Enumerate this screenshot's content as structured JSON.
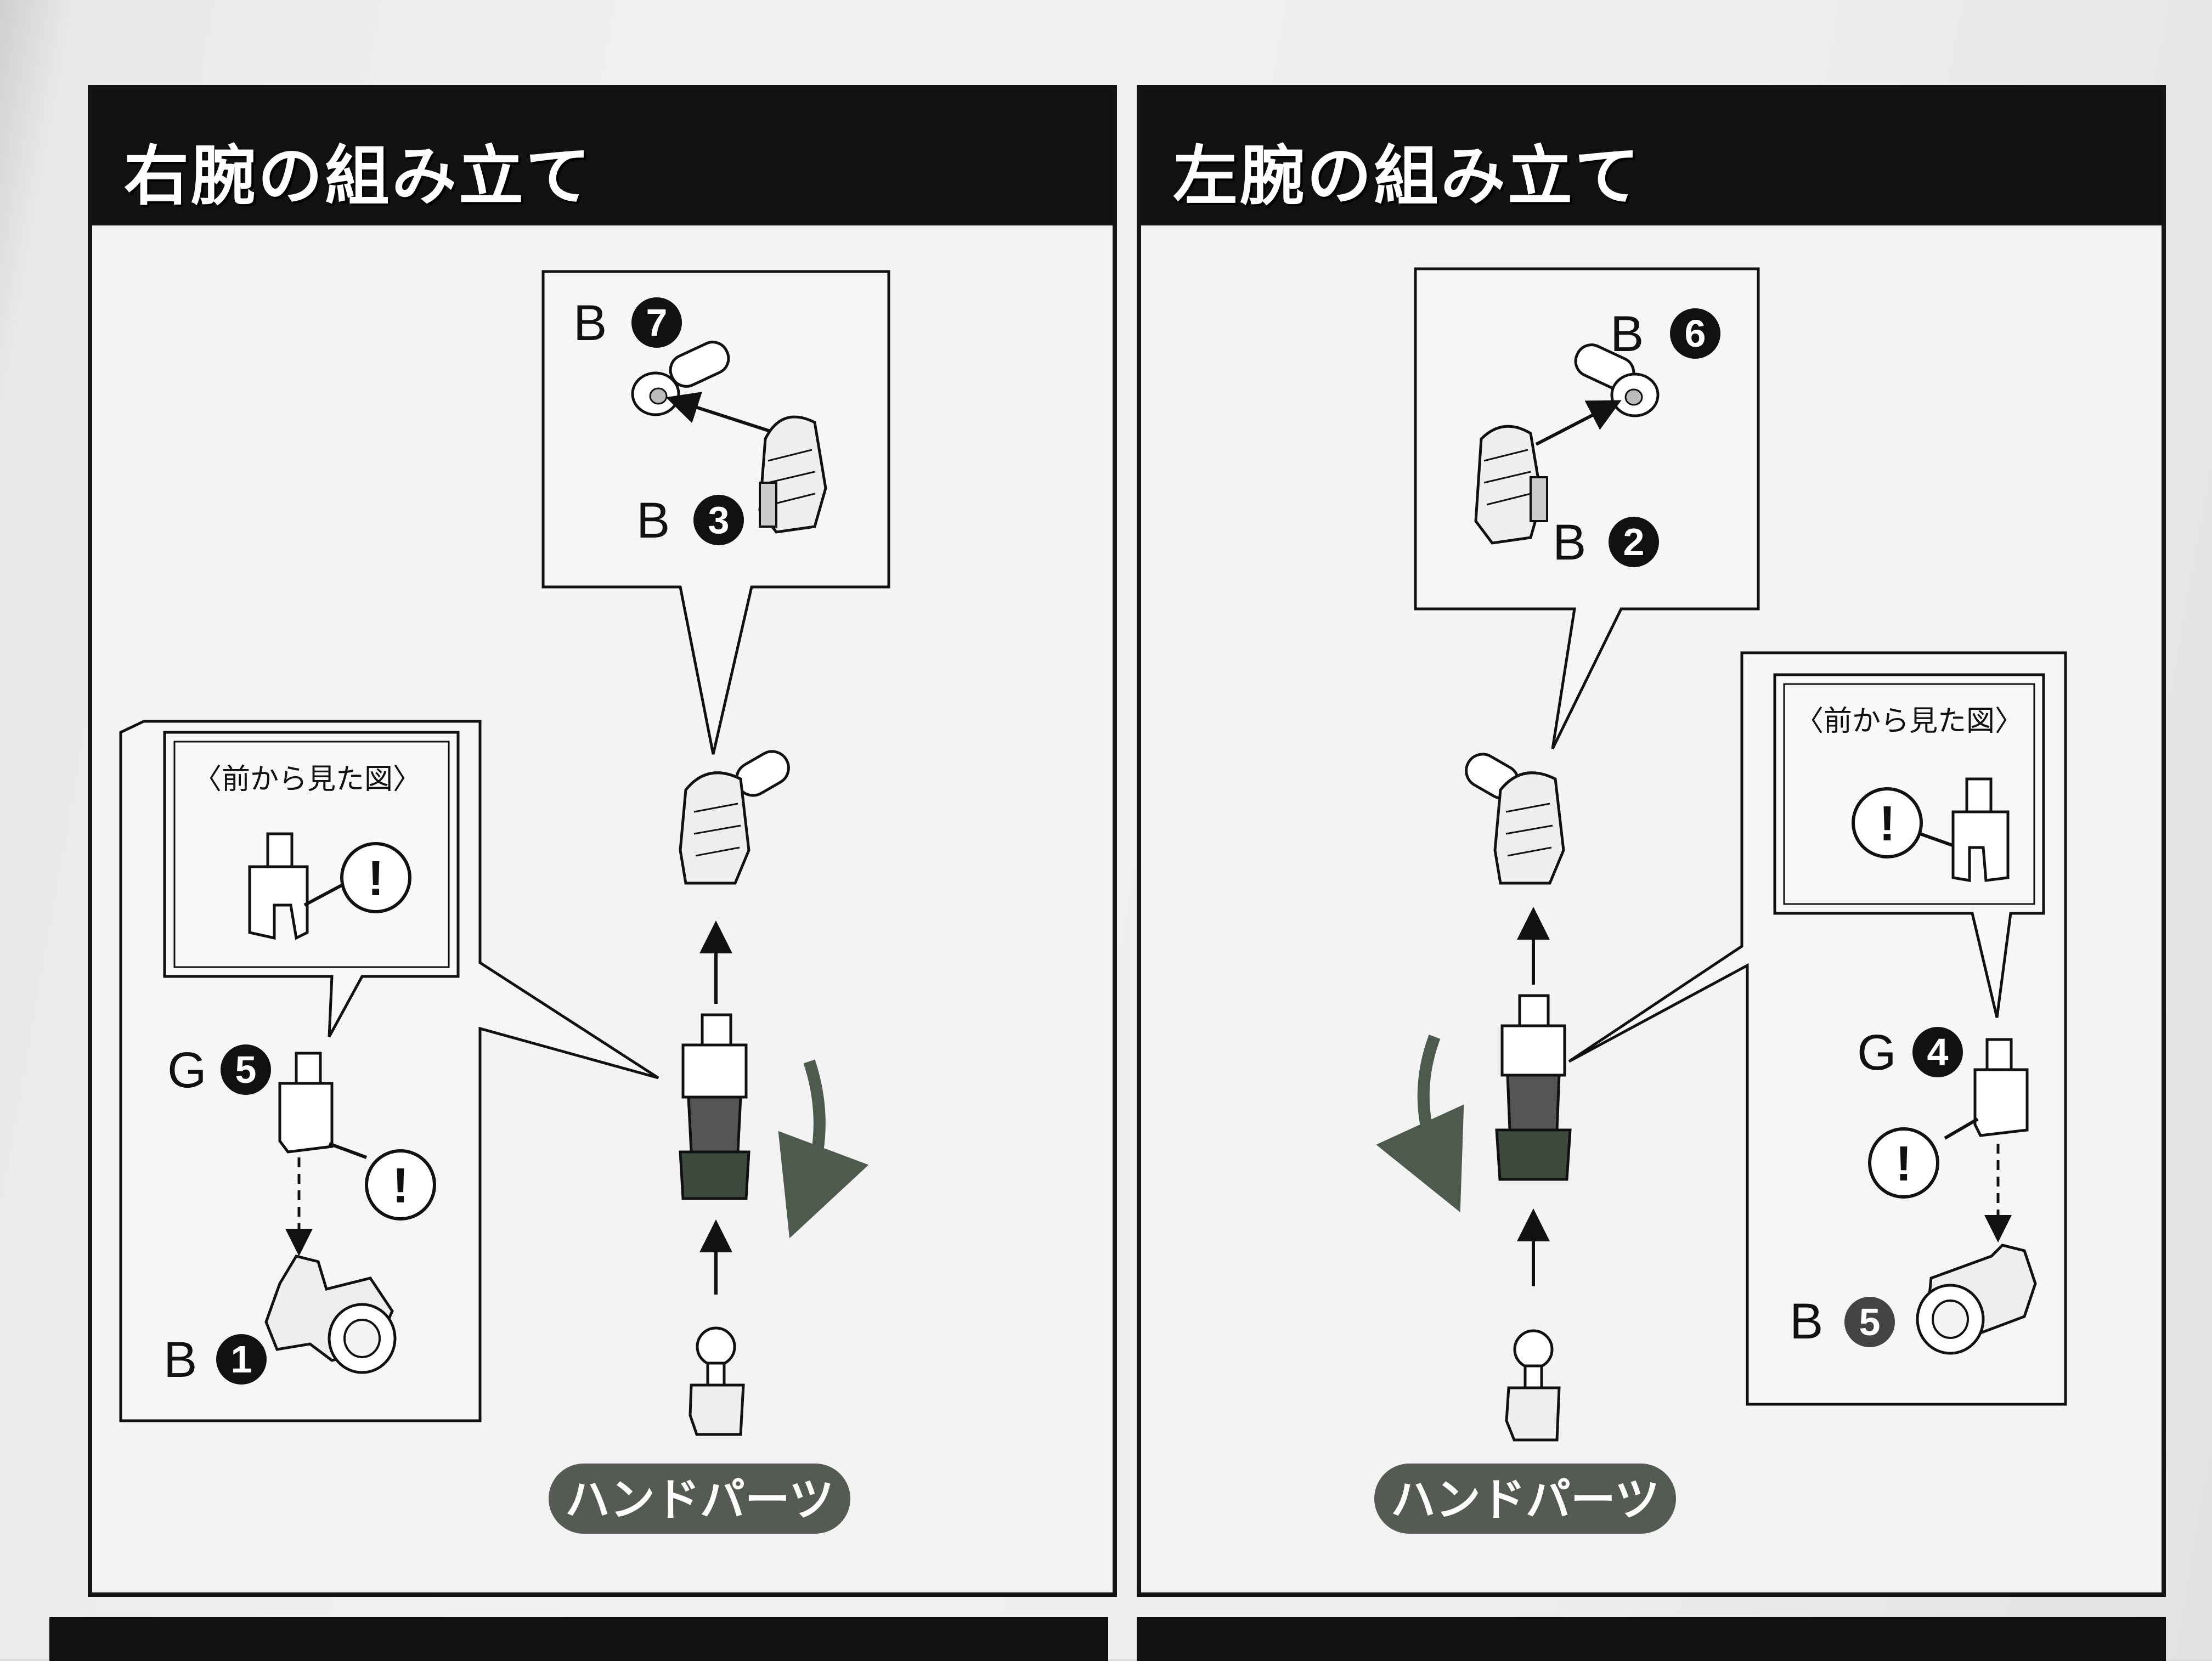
{
  "right_arm": {
    "title": "右腕の組み立て",
    "callout_top": {
      "part_a": {
        "letter": "B",
        "number": "7"
      },
      "part_b": {
        "letter": "B",
        "number": "3"
      }
    },
    "callout_left": {
      "note": "〈前から見た図〉",
      "excl": "!",
      "part_g": {
        "letter": "G",
        "number": "5"
      },
      "part_b": {
        "letter": "B",
        "number": "1"
      },
      "excl2": "!"
    },
    "hand_button": "ハンドパーツ"
  },
  "left_arm": {
    "title": "左腕の組み立て",
    "callout_top": {
      "part_a": {
        "letter": "B",
        "number": "6"
      },
      "part_b": {
        "letter": "B",
        "number": "2"
      }
    },
    "callout_right": {
      "note": "〈前から見た図〉",
      "excl": "!",
      "part_g": {
        "letter": "G",
        "number": "4"
      },
      "part_b": {
        "letter": "B",
        "number": "5"
      },
      "excl2": "!"
    },
    "hand_button": "ハンドパーツ"
  },
  "colors": {
    "ink": "#111111",
    "paper": "#f3f3f3",
    "button": "#555a52",
    "arrow_green": "#4d5a4d"
  }
}
